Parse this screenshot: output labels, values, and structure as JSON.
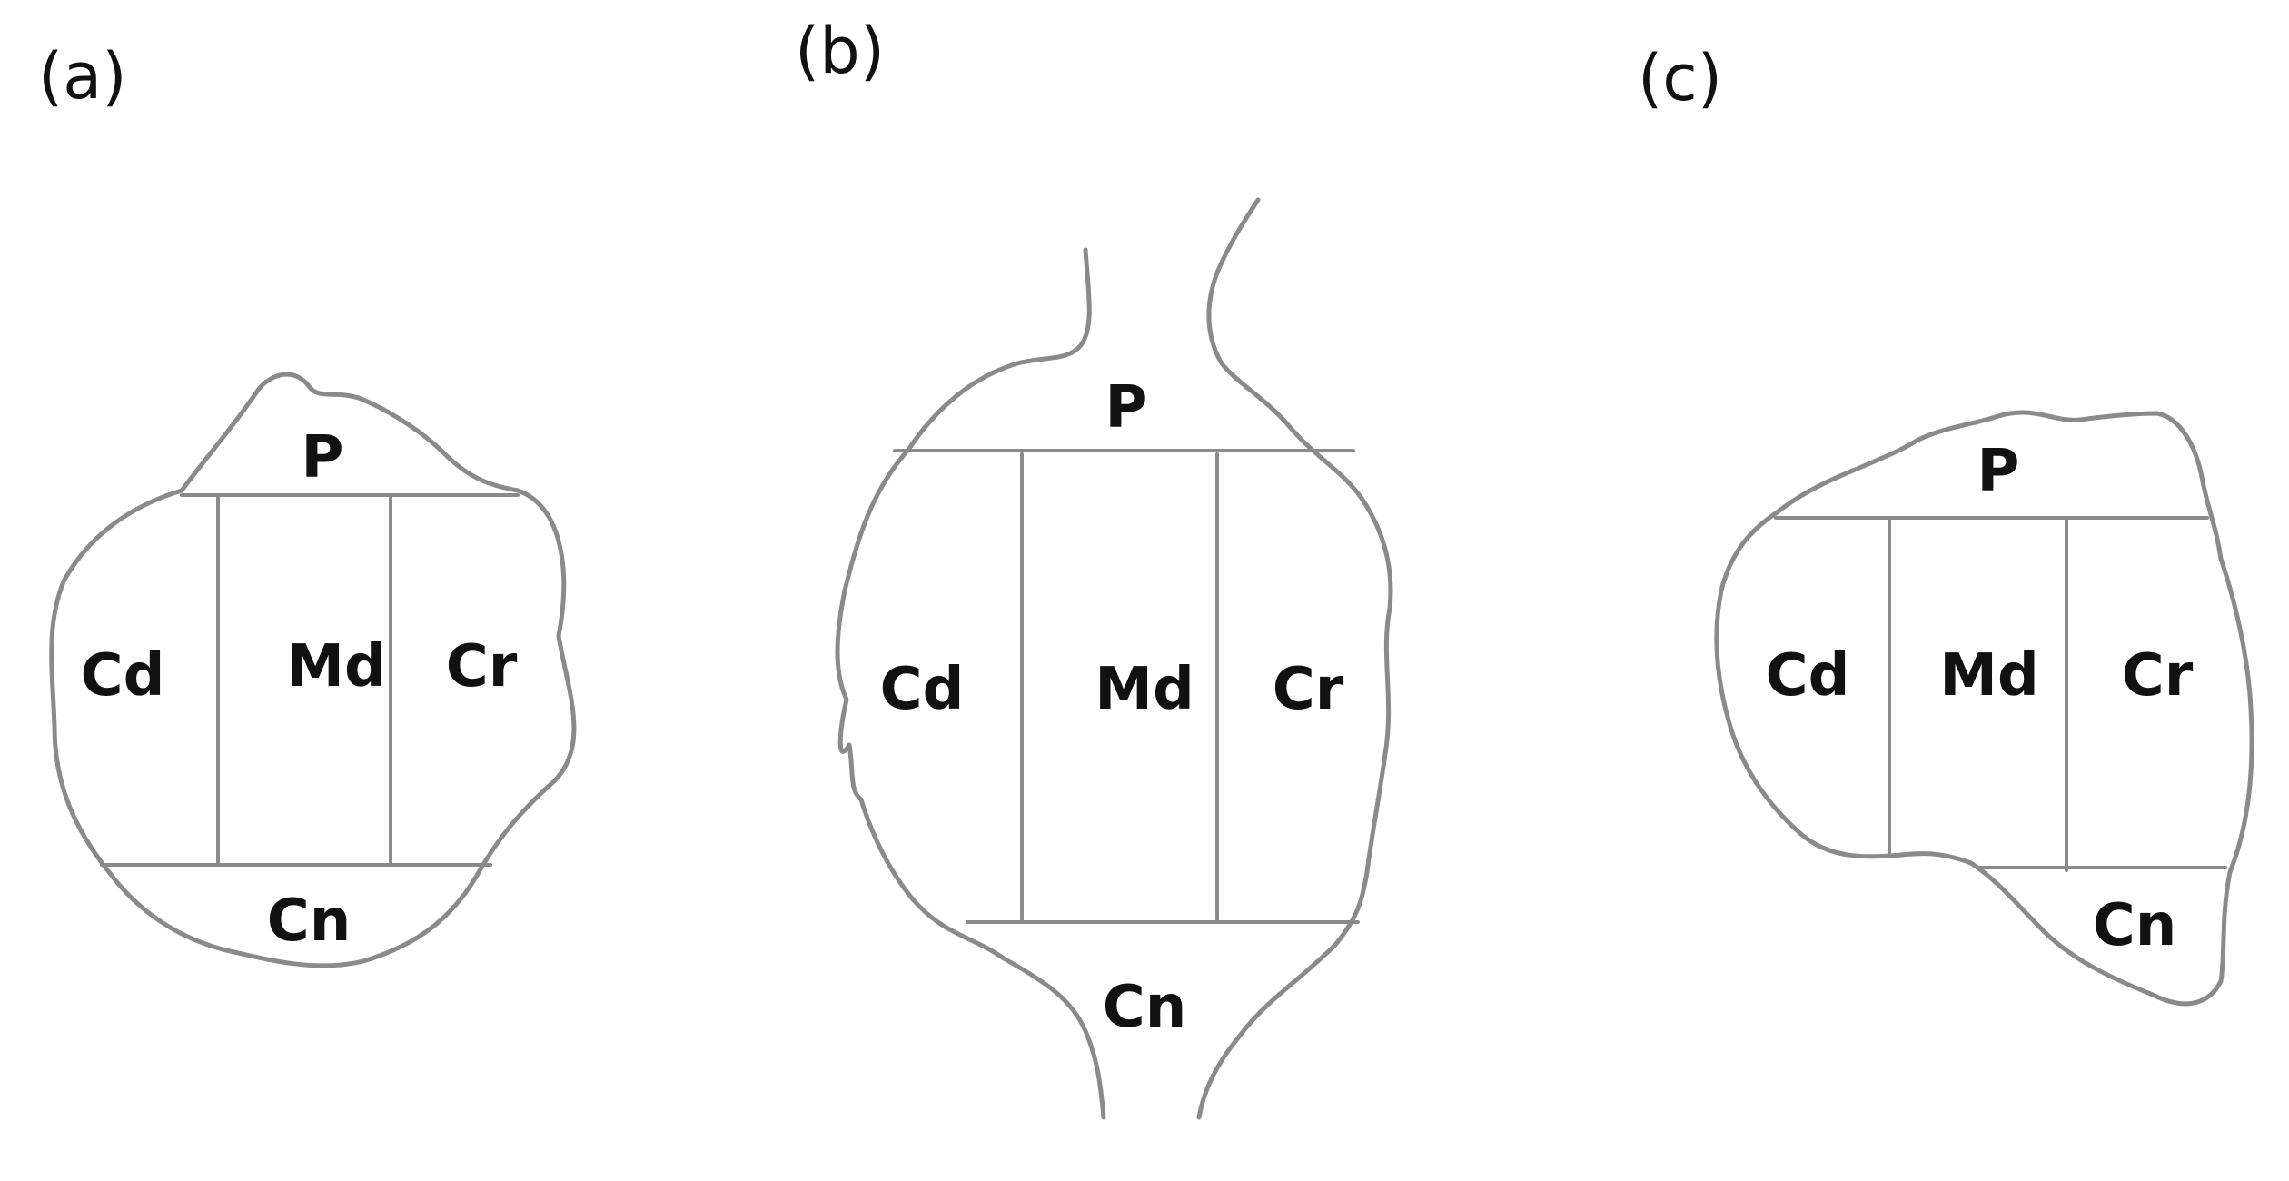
{
  "panels": [
    {
      "label": "(a)",
      "regions": {
        "top": "P",
        "left": "Cd",
        "middle": "Md",
        "right": "Cr",
        "bottom": "Cn"
      }
    },
    {
      "label": "(b)",
      "regions": {
        "top": "P",
        "left": "Cd",
        "middle": "Md",
        "right": "Cr",
        "bottom": "Cn"
      }
    },
    {
      "label": "(c)",
      "regions": {
        "top": "P",
        "left": "Cd",
        "middle": "Md",
        "right": "Cr",
        "bottom": "Cn"
      }
    }
  ],
  "colors": {
    "outline": "#8a8a8a",
    "text": "#111111",
    "background": "#ffffff"
  }
}
